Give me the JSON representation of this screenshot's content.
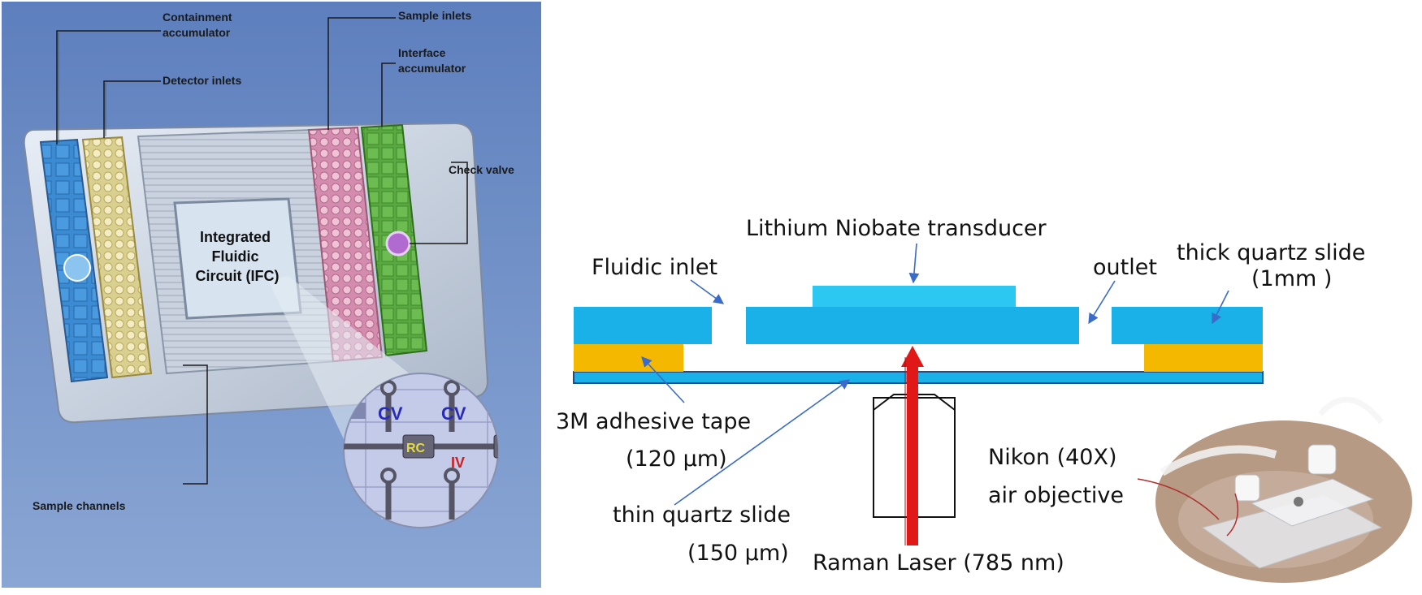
{
  "left_panel": {
    "callouts": {
      "containment_accumulator": [
        "Containment",
        "accumulator"
      ],
      "sample_inlets": "Sample inlets",
      "detector_inlets": "Detector inlets",
      "interface_accumulator": [
        "Interface",
        "accumulator"
      ],
      "check_valve": "Check valve",
      "sample_channels": "Sample channels"
    },
    "chip_label": [
      "Integrated",
      "Fluidic",
      "Circuit (IFC)"
    ],
    "zoom": {
      "cv_left": "CV",
      "cv_right": "CV",
      "rc": "RC",
      "iv": "IV"
    },
    "colors": {
      "background": "#6f8fc4",
      "containment": "#3e8fd6",
      "detector": "#e8dfa8",
      "sample": "#e4a8c4",
      "interface": "#5fae45",
      "zoom_rc": "#e6dc3c",
      "zoom_cv": "#2a2ab8",
      "zoom_iv": "#cc2020"
    }
  },
  "right_panel": {
    "labels": {
      "transducer": "Lithium Niobate transducer",
      "fluidic_inlet": "Fluidic inlet",
      "outlet": "outlet",
      "thick_quartz": [
        "thick quartz slide",
        "(1mm )"
      ],
      "adhesive_tape": [
        "3M adhesive tape",
        "(120 µm)"
      ],
      "thin_quartz": [
        "thin quartz slide",
        "(150 µm)"
      ],
      "objective": [
        "Nikon (40X)",
        "air objective"
      ],
      "laser": "Raman Laser (785 nm)"
    },
    "colors": {
      "quartz": "#1ab0e8",
      "transducer": "#2cc8f2",
      "tape": "#f5b800",
      "laser": "#e01818",
      "arrow": "#3a6bc8"
    }
  }
}
